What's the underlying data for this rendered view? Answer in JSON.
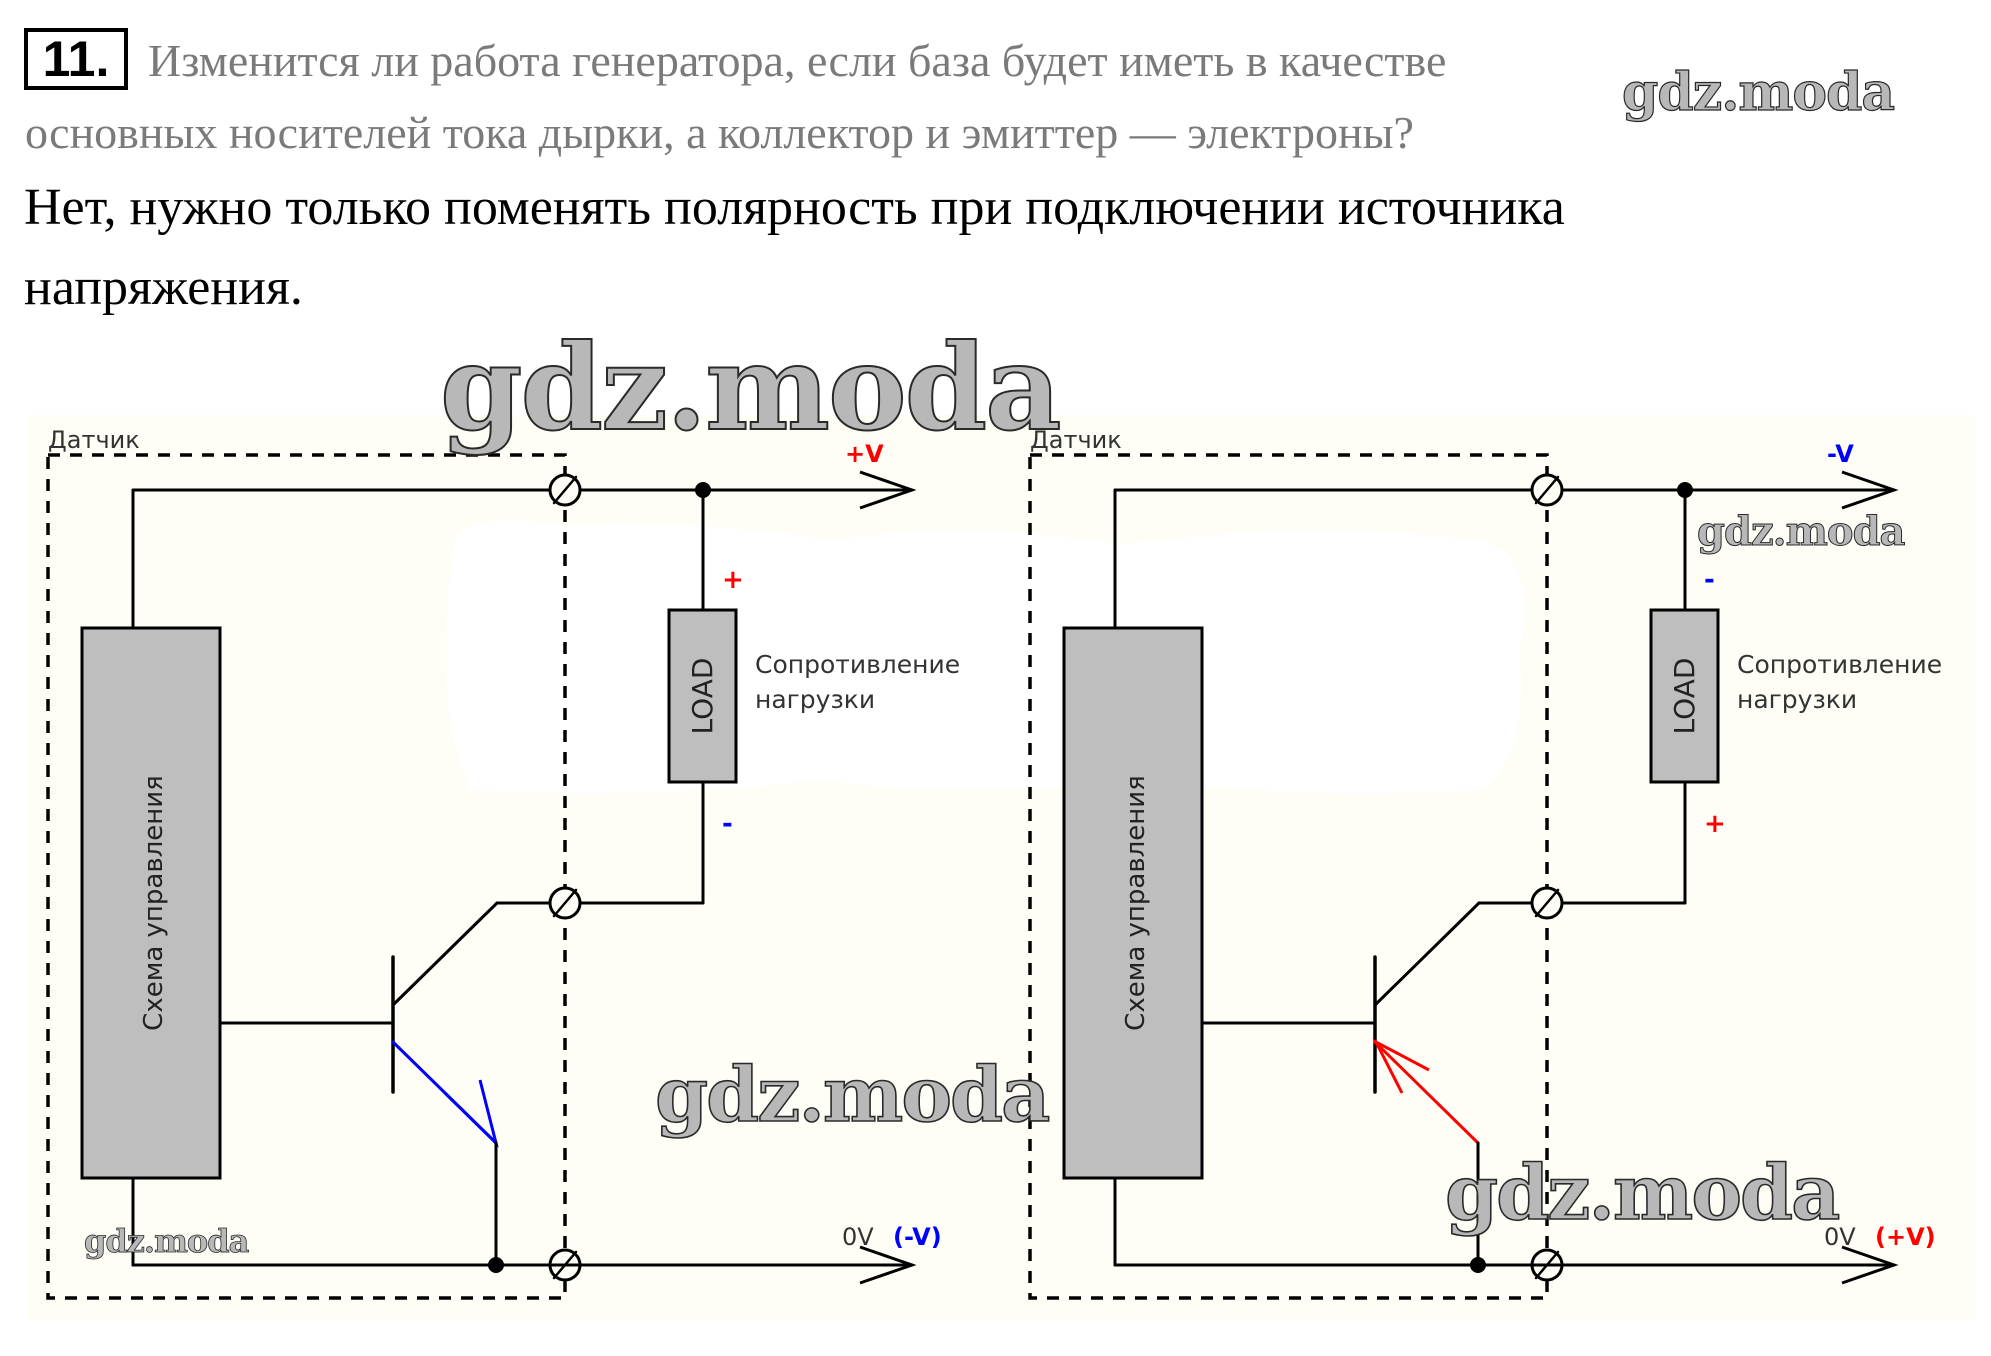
{
  "task": {
    "number": "11.",
    "question_lines": [
      "Изменится ли работа генератора, если база будет иметь в качестве",
      "основных носителей тока дырки, а коллектор и эмиттер — электроны?"
    ],
    "answer_lines": [
      "Нет, нужно только поменять полярность при подключении источника",
      "напряжения."
    ]
  },
  "watermark": "gdz.moda",
  "diagrams": [
    {
      "name": "npn",
      "sensor_label": "Датчик",
      "control_label": "Схема управления",
      "load_label": "LOAD",
      "load_desc": [
        "Сопротивление",
        "нагрузки"
      ],
      "top_rail": "+V",
      "top_rail_color": "#ff0000",
      "load_top_sign": "+",
      "load_top_sign_color": "#ff0000",
      "load_bottom_sign": "-",
      "load_bottom_sign_color": "#0000ff",
      "bottom_rail": "0V",
      "bottom_rail_note": "(-V)",
      "bottom_rail_note_color": "#0000ff",
      "emitter_arrow_color": "#0000ff",
      "emitter_direction": "outward"
    },
    {
      "name": "pnp",
      "sensor_label": "Датчик",
      "control_label": "Схема управления",
      "load_label": "LOAD",
      "load_desc": [
        "Сопротивление",
        "нагрузки"
      ],
      "top_rail": "-V",
      "top_rail_color": "#0000ff",
      "load_top_sign": "-",
      "load_top_sign_color": "#0000ff",
      "load_bottom_sign": "+",
      "load_bottom_sign_color": "#ff0000",
      "bottom_rail": "0V",
      "bottom_rail_note": "(+V)",
      "bottom_rail_note_color": "#ff0000",
      "emitter_arrow_color": "#ff0000",
      "emitter_direction": "inward"
    }
  ],
  "colors": {
    "panel_bg": "#fefef6",
    "component_fill": "#bebebe",
    "question_text": "#7a7a7a"
  }
}
